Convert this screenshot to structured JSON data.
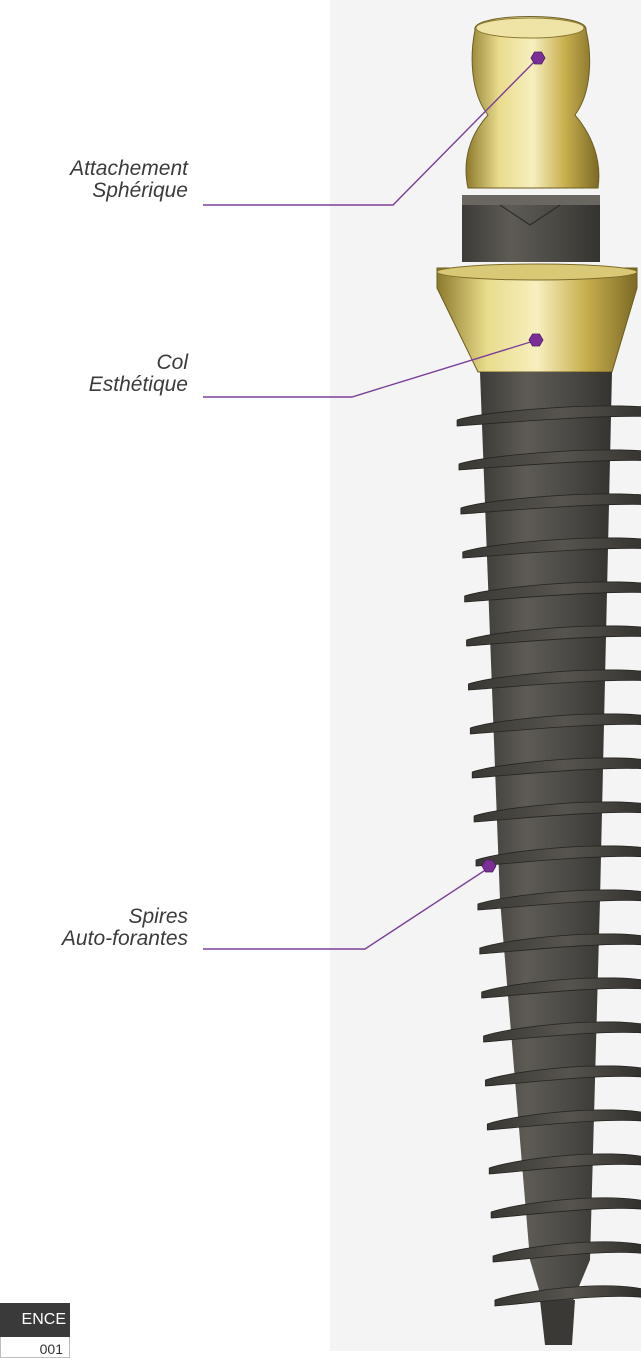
{
  "labels": {
    "attachment": {
      "line1": "Attachement",
      "line2": "Sphérique"
    },
    "collar": {
      "line1": "Col",
      "line2": "Esthétique"
    },
    "threads": {
      "line1": "Spires",
      "line2": "Auto-forantes"
    }
  },
  "reference_table": {
    "header": "ENCE",
    "first_cell": "001"
  },
  "colors": {
    "callout": "#7b3f98",
    "marker": "#7a2f96",
    "gold": "#c9b24e",
    "implant_body": "#4a4843",
    "table_header": "#3a3a3a"
  },
  "icons": [
    "hexagon-marker-icon"
  ]
}
